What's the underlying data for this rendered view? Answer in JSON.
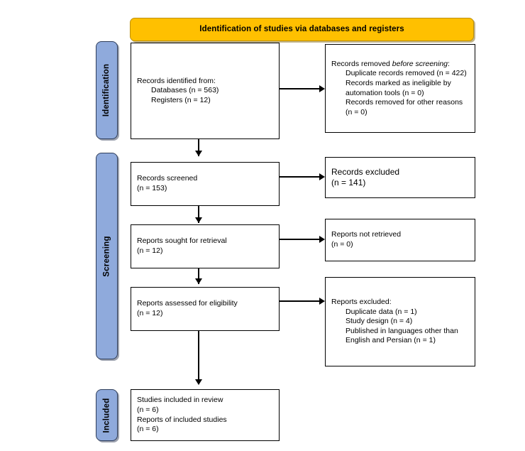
{
  "diagram": {
    "type": "prisma-flow-diagram",
    "header": {
      "title": "Identification of studies via databases and registers",
      "color": "#FFC000"
    },
    "stages": [
      {
        "id": "identification",
        "label": "Identification",
        "color": "#8FAADC"
      },
      {
        "id": "screening",
        "label": "Screening",
        "color": "#8FAADC"
      },
      {
        "id": "included",
        "label": "Included",
        "color": "#8FAADC"
      }
    ],
    "boxes": {
      "records_identified": {
        "line1": "Records identified from:",
        "line2": "Databases (n = 563)",
        "line3": "Registers (n = 12)"
      },
      "records_removed": {
        "line1_pre": "Records removed ",
        "line1_italic": "before screening",
        "line1_post": ":",
        "line2": "Duplicate records removed (n = 422)",
        "line3": "Records marked as ineligible by automation tools (n = 0)",
        "line4": "Records removed for other reasons (n = 0)"
      },
      "records_screened": {
        "line1": "Records screened",
        "line2": "(n = 153)"
      },
      "records_excluded": {
        "line1": "Records excluded",
        "line2": "(n = 141)"
      },
      "reports_sought": {
        "line1": "Reports sought for retrieval",
        "line2": "(n = 12)"
      },
      "reports_not_retrieved": {
        "line1": "Reports not retrieved",
        "line2": "(n = 0)"
      },
      "reports_assessed": {
        "line1": "Reports assessed for eligibility",
        "line2": "(n = 12)"
      },
      "reports_excluded": {
        "line1": "Reports excluded:",
        "line2": "Duplicate data (n = 1)",
        "line3": "Study design (n = 4)",
        "line4": "Published in languages other than English and Persian (n = 1)"
      },
      "studies_included": {
        "line1": "Studies included in review",
        "line2": "(n = 6)",
        "line3": "Reports of included studies",
        "line4": "(n = 6)"
      }
    },
    "counts": {
      "databases": 563,
      "registers": 12,
      "duplicates_removed": 422,
      "ineligible_automation": 0,
      "removed_other": 0,
      "screened": 153,
      "excluded_screening": 141,
      "sought_retrieval": 12,
      "not_retrieved": 0,
      "assessed_eligibility": 12,
      "excluded_duplicate_data": 1,
      "excluded_study_design": 4,
      "excluded_language": 1,
      "studies_included": 6,
      "reports_included": 6
    }
  }
}
